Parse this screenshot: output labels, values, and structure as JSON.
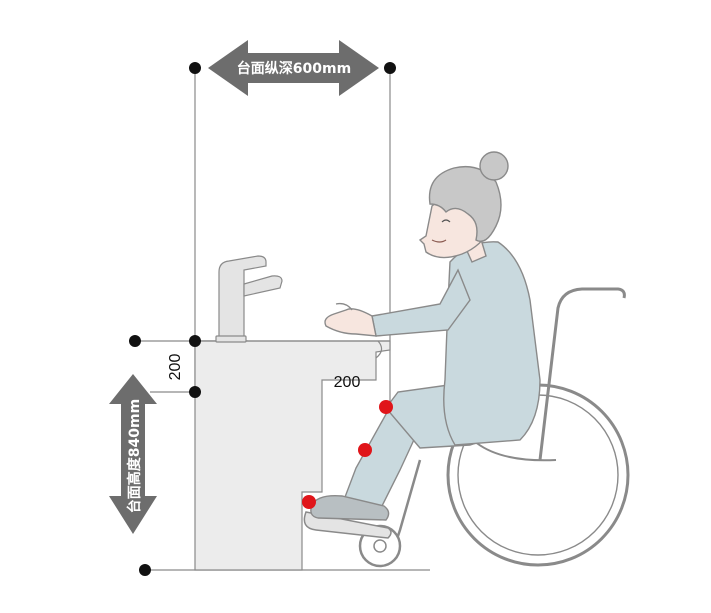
{
  "dimensions": {
    "depth_label": "台面纵深600mm",
    "height_label": "台面高度840mm",
    "top_gap_label": "200",
    "knee_depth_label": "200"
  },
  "colors": {
    "arrow_fill": "#6d6d6d",
    "guide_line": "#7a7a7a",
    "counter_fill": "#ececec",
    "clothing_fill": "#c9d9de",
    "skin_fill": "#f7e6df",
    "hair_fill": "#c8c8c8",
    "marker_red": "#e0151a",
    "marker_black": "#111111"
  },
  "icons": {
    "faucet": "faucet-icon",
    "wheelchair": "wheelchair-icon",
    "person": "elderly-person-icon"
  }
}
